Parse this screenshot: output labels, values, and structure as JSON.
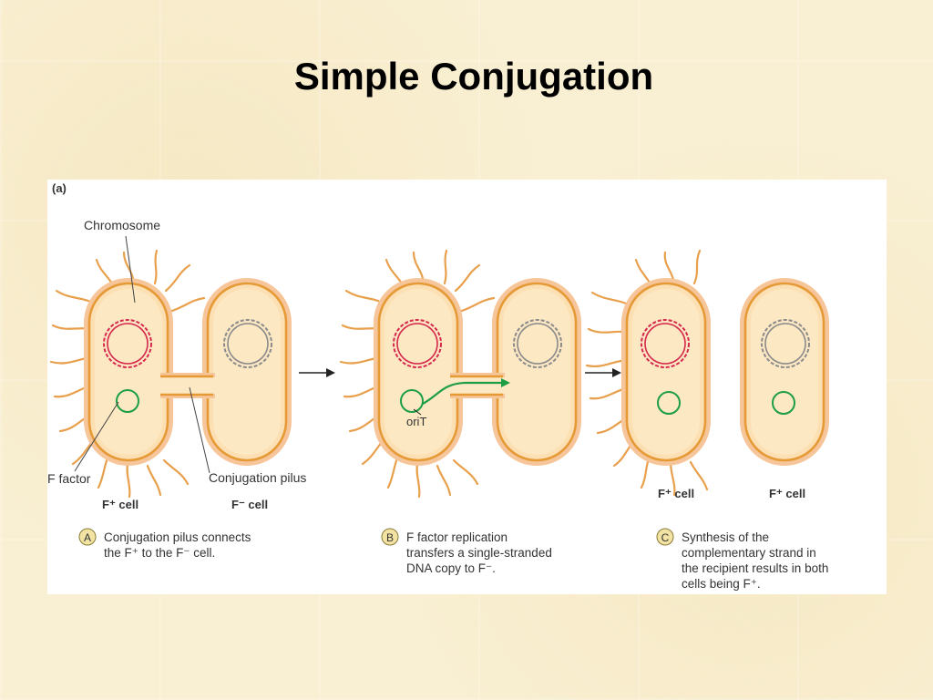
{
  "slide": {
    "title": "Simple Conjugation"
  },
  "figure": {
    "panel_label": "(a)",
    "labels": {
      "chromosome": "Chromosome",
      "f_factor": "F factor",
      "conjugation_pilus": "Conjugation pilus",
      "orit": "oriT"
    },
    "cells": {
      "a_left": "F⁺ cell",
      "a_right": "F⁻ cell",
      "c_left": "F⁺ cell",
      "c_right": "F⁺ cell"
    },
    "steps": [
      {
        "letter": "A",
        "lines": [
          "Conjugation pilus connects",
          "the F⁺ to the F⁻ cell."
        ]
      },
      {
        "letter": "B",
        "lines": [
          "F factor replication",
          "transfers a single-stranded",
          "DNA copy to F⁻."
        ]
      },
      {
        "letter": "C",
        "lines": [
          "Synthesis of the",
          "complementary strand in",
          "the recipient results in both",
          "cells being F⁺."
        ]
      }
    ],
    "colors": {
      "pili": "#e8a04c",
      "membrane": "#e59a35",
      "cell_outer": "#f6c59a",
      "cell_inner": "#fde4b8",
      "donor_chromosome": "#d4284c",
      "recipient_chromosome": "#8a8a8a",
      "plasmid": "#1d9e44"
    }
  }
}
